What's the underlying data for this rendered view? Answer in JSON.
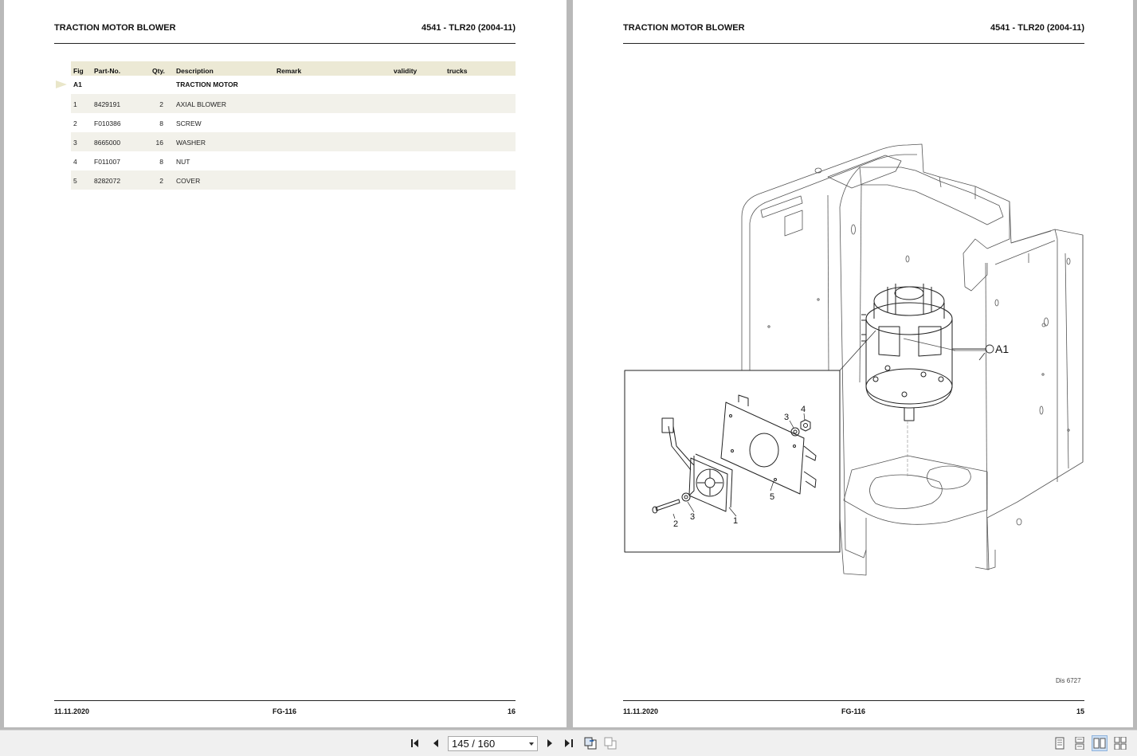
{
  "left_page": {
    "header_title": "TRACTION MOTOR BLOWER",
    "header_model": "4541 - TLR20 (2004-11)",
    "table": {
      "columns": [
        "Fig",
        "Part-No.",
        "Qty.",
        "Description",
        "Remark",
        "validity",
        "trucks"
      ],
      "group": {
        "fig": "A1",
        "description": "TRACTION MOTOR"
      },
      "rows": [
        {
          "fig": "1",
          "part": "8429191",
          "qty": "2",
          "desc": "AXIAL BLOWER"
        },
        {
          "fig": "2",
          "part": "F010386",
          "qty": "8",
          "desc": "SCREW"
        },
        {
          "fig": "3",
          "part": "8665000",
          "qty": "16",
          "desc": "WASHER"
        },
        {
          "fig": "4",
          "part": "F011007",
          "qty": "8",
          "desc": "NUT"
        },
        {
          "fig": "5",
          "part": "8282072",
          "qty": "2",
          "desc": "COVER"
        }
      ]
    },
    "footer_date": "11.11.2020",
    "footer_code": "FG-116",
    "footer_page": "16"
  },
  "right_page": {
    "header_title": "TRACTION MOTOR BLOWER",
    "header_model": "4541 - TLR20 (2004-11)",
    "callouts": {
      "a1": "A1",
      "n1": "1",
      "n2": "2",
      "n3a": "3",
      "n3b": "3",
      "n4": "4",
      "n5": "5"
    },
    "dis_label": "Dis 6727",
    "footer_date": "11.11.2020",
    "footer_code": "FG-116",
    "footer_page": "15"
  },
  "toolbar": {
    "page_indicator": "145 / 160",
    "icons": [
      "first-page-icon",
      "prev-page-icon",
      "next-page-icon",
      "last-page-icon",
      "rotate-icon",
      "copy-icon",
      "single-page-view-icon",
      "continuous-view-icon",
      "two-page-view-icon",
      "two-page-continuous-icon"
    ],
    "active_view": "two-page-view"
  }
}
